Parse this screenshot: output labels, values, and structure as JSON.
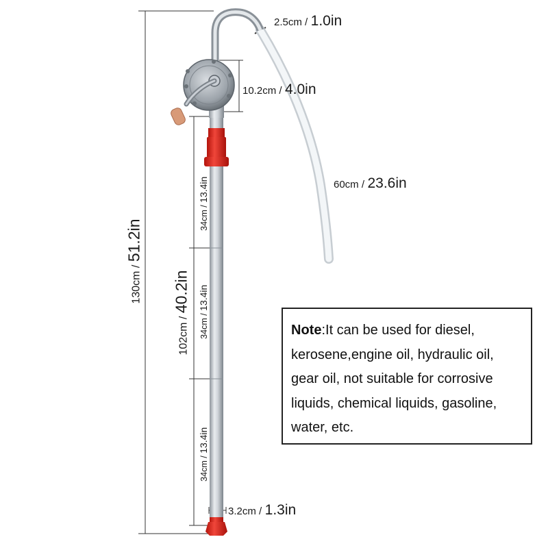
{
  "labels": {
    "nozzle": {
      "cm": "2.5cm /",
      "inch": "1.0in"
    },
    "housing": {
      "cm": "10.2cm /",
      "inch": "4.0in"
    },
    "hose": {
      "cm": "60cm /",
      "inch": "23.6in"
    },
    "tube_dia": {
      "cm": "3.2cm /",
      "inch": "1.3in"
    },
    "overall": {
      "cm": "130cm /",
      "inch": "51.2in"
    },
    "tube_total": {
      "cm": "102cm /",
      "inch": "40.2in"
    },
    "seg1": {
      "cm": "34cm /",
      "inch": "13.4in"
    },
    "seg2": {
      "cm": "34cm /",
      "inch": "13.4in"
    },
    "seg3": {
      "cm": "34cm /",
      "inch": "13.4in"
    }
  },
  "note": {
    "heading": "Note",
    "text": ":It can be used for diesel, kerosene,engine oil, hydraulic oil, gear oil, not suitable for corrosive liquids, chemical liquids, gasoline, water, etc."
  },
  "colors": {
    "tube": "#c9ced4",
    "fitting": "#e0281e",
    "hose": "#eef2f4",
    "dim_line": "#333333"
  }
}
